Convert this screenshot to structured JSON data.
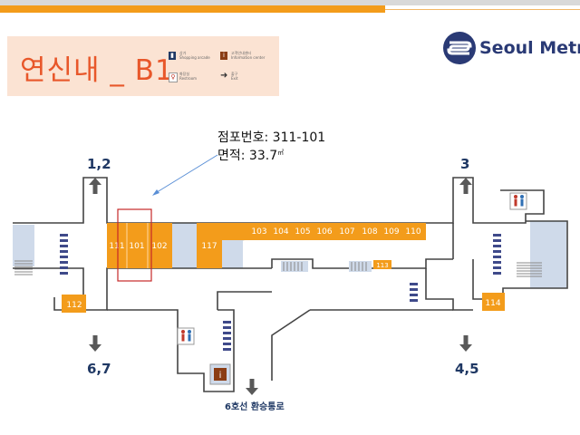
{
  "station_title": "연신내 _ B1",
  "brand": "Seoul Metro",
  "callout": {
    "store_number": "점포번호: 311-101",
    "area": "면적: 33.7",
    "area_unit": "㎡"
  },
  "legend": [
    {
      "icon": "stairs-icon",
      "ko": "상가",
      "en": "Shopping arcade",
      "color": "#1f3864"
    },
    {
      "icon": "info-icon",
      "ko": "고객안내센터",
      "en": "Information center",
      "color": "#8b3d14"
    },
    {
      "icon": "restroom-icon",
      "ko": "화장실",
      "en": "Restroom",
      "color": "#c0392b"
    },
    {
      "icon": "exit-arrow-icon",
      "ko": "출구",
      "en": "Exit",
      "color": "#333333"
    }
  ],
  "exits": {
    "top_left": "1,2",
    "top_right": "3",
    "bottom_left": "6,7",
    "bottom_right": "4,5"
  },
  "transfer_label": "6호선 환승통로",
  "shops": {
    "s101": "101",
    "s102": "102",
    "s103": "103",
    "s104": "104",
    "s105": "105",
    "s106": "106",
    "s107": "107",
    "s108": "108",
    "s109": "109",
    "s110": "110",
    "s111": "111",
    "s112": "112",
    "s113": "113",
    "s114": "114",
    "s117": "117"
  },
  "colors": {
    "shop": "#f39c1b",
    "concourse": "#cfdaea",
    "outline": "#444444",
    "stairs": "#3f4a8a",
    "highlight": "#c62828",
    "brand": "#2a3a75",
    "title": "#e8572a"
  }
}
